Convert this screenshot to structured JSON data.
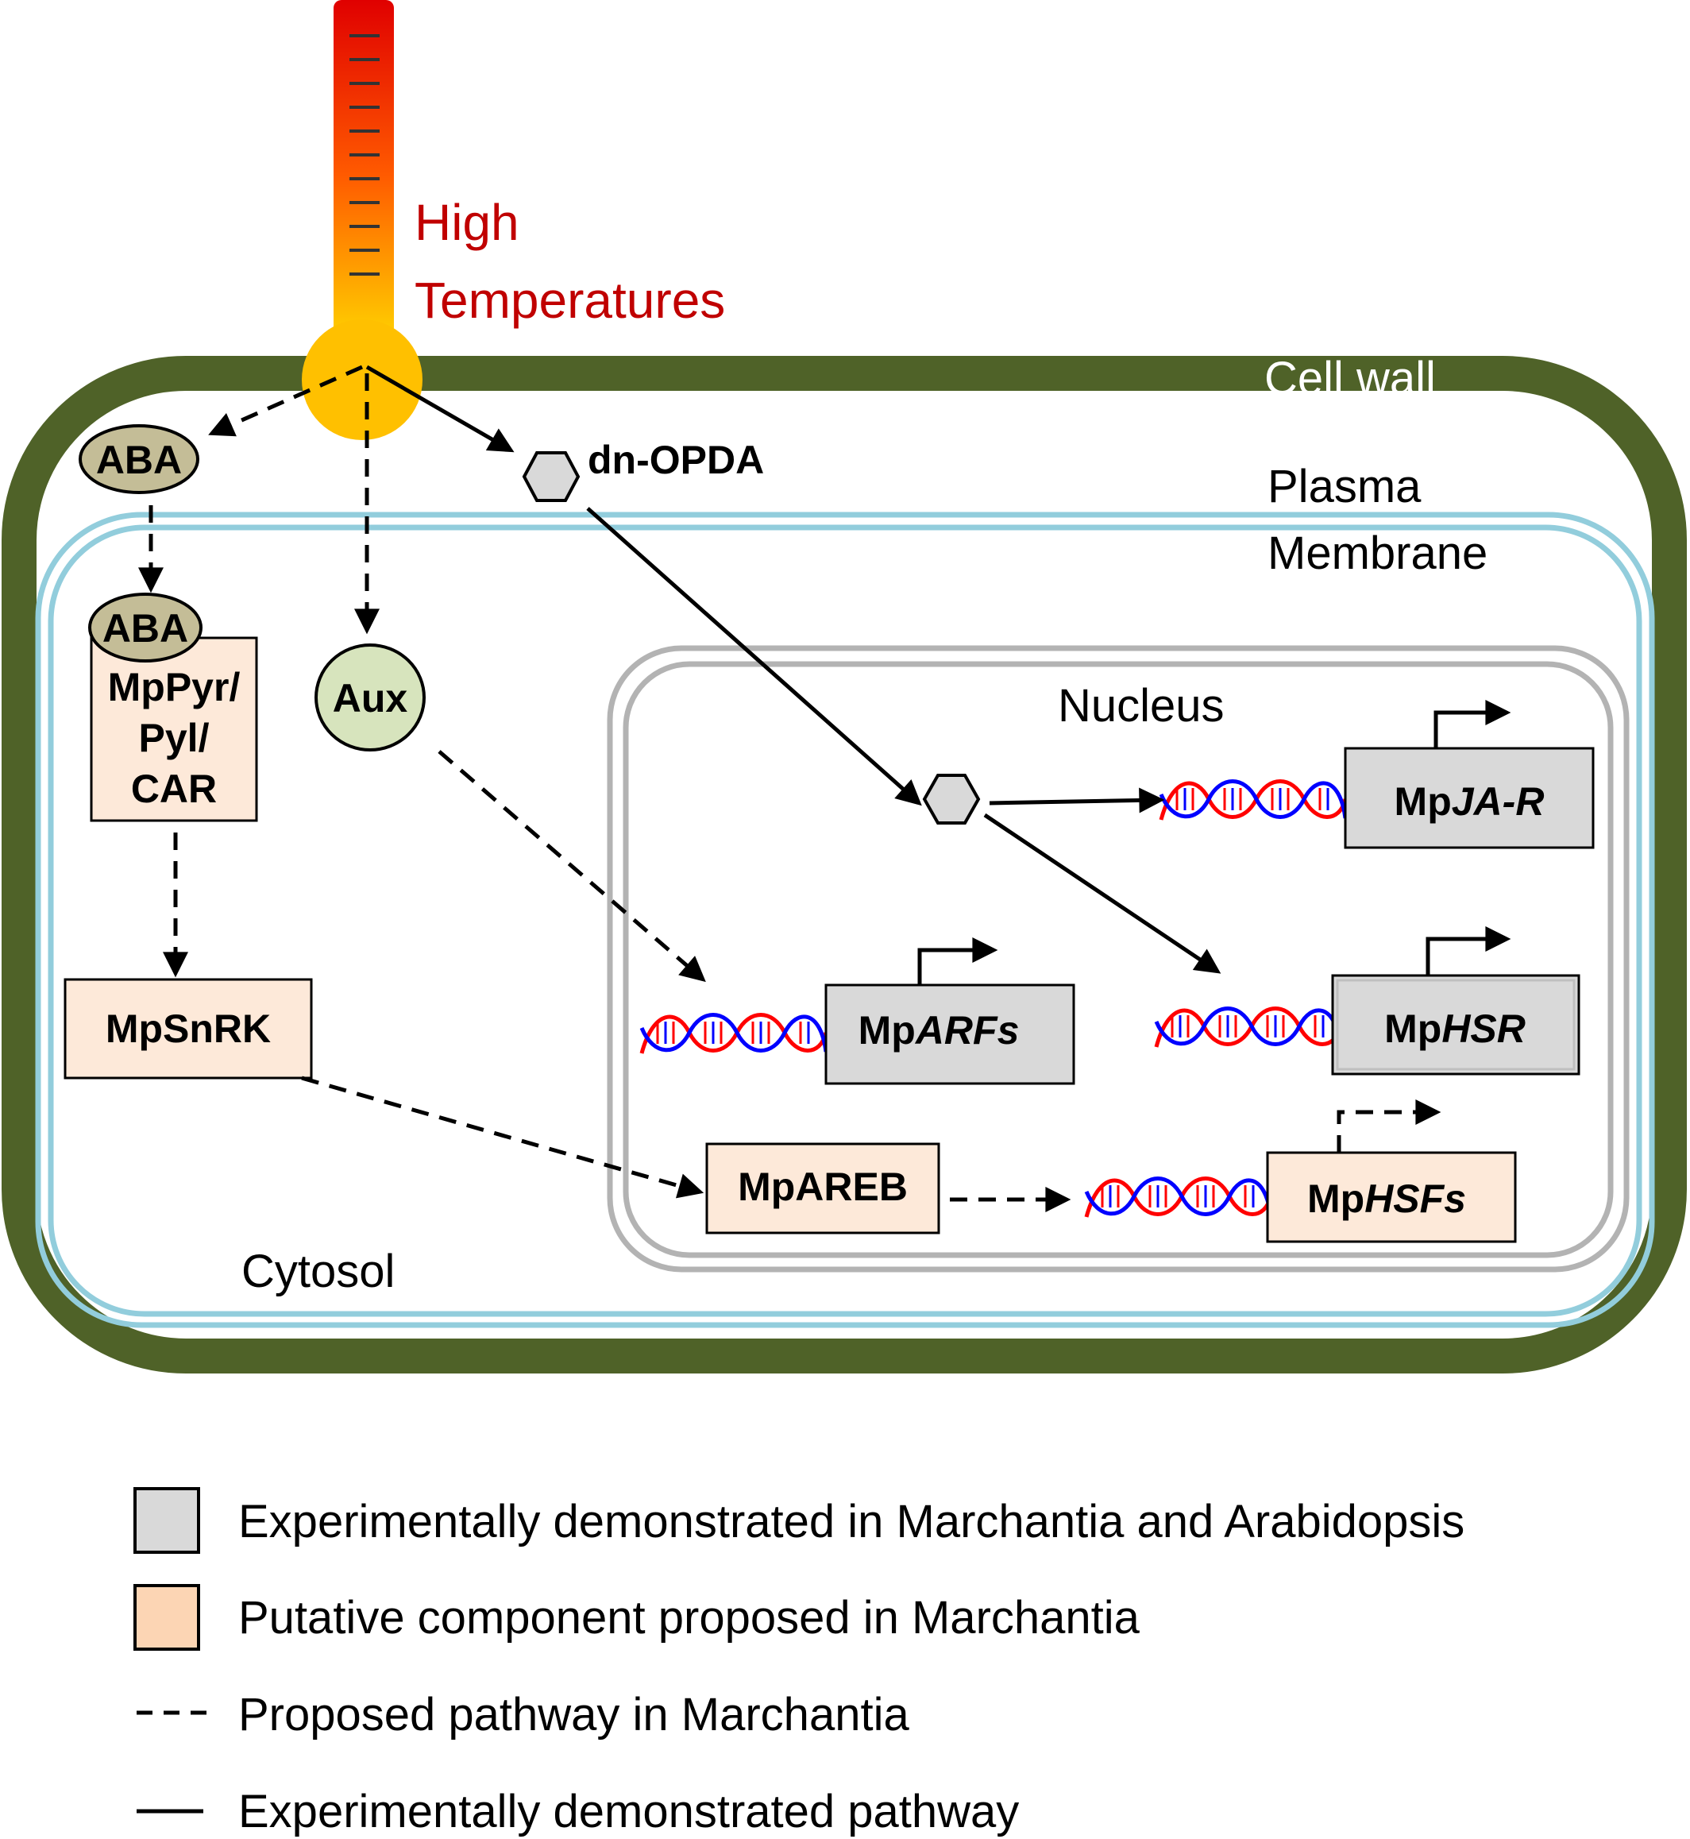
{
  "stimulus": {
    "line1": "High",
    "line2": "Temperatures",
    "color": "#c00000"
  },
  "compartments": {
    "cell_wall": "Cell wall",
    "plasma_membrane_1": "Plasma",
    "plasma_membrane_2": "Membrane",
    "nucleus": "Nucleus",
    "cytosol": "Cytosol"
  },
  "molecules": {
    "aba_free": "ABA",
    "aba_bound": "ABA",
    "aux": "Aux",
    "dn_opda": "dn-OPDA"
  },
  "components": {
    "receptor": [
      "MpPyr/",
      "Pyl/",
      "CAR"
    ],
    "snrk": "MpSnRK",
    "areb": "MpAREB",
    "ja_r_prefix": "Mp",
    "ja_r_italic": "JA-R",
    "arfs_prefix": "Mp",
    "arfs_italic": "ARFs",
    "hsr_prefix": "Mp",
    "hsr_italic": "HSR",
    "hsfs_prefix": "Mp",
    "hsfs_italic": "HSFs"
  },
  "legend": {
    "gray_box": "Experimentally demonstrated in Marchantia and Arabidopsis",
    "peach_box": "Putative component proposed in Marchantia",
    "dashed_line": "Proposed pathway in Marchantia",
    "solid_line": "Experimentally demonstrated pathway"
  },
  "colors": {
    "cell_wall": "#4f6228",
    "membrane": "#92cddc",
    "nucleus": "#b3b3b3",
    "gray_box": "#d9d9d9",
    "peach_box": "#fde9d9",
    "aba": "#c4bd97",
    "aux": "#d7e4bd",
    "hexagon": "#d9d9d9",
    "dna_red": "#ff0000",
    "dna_blue": "#0000ff"
  }
}
